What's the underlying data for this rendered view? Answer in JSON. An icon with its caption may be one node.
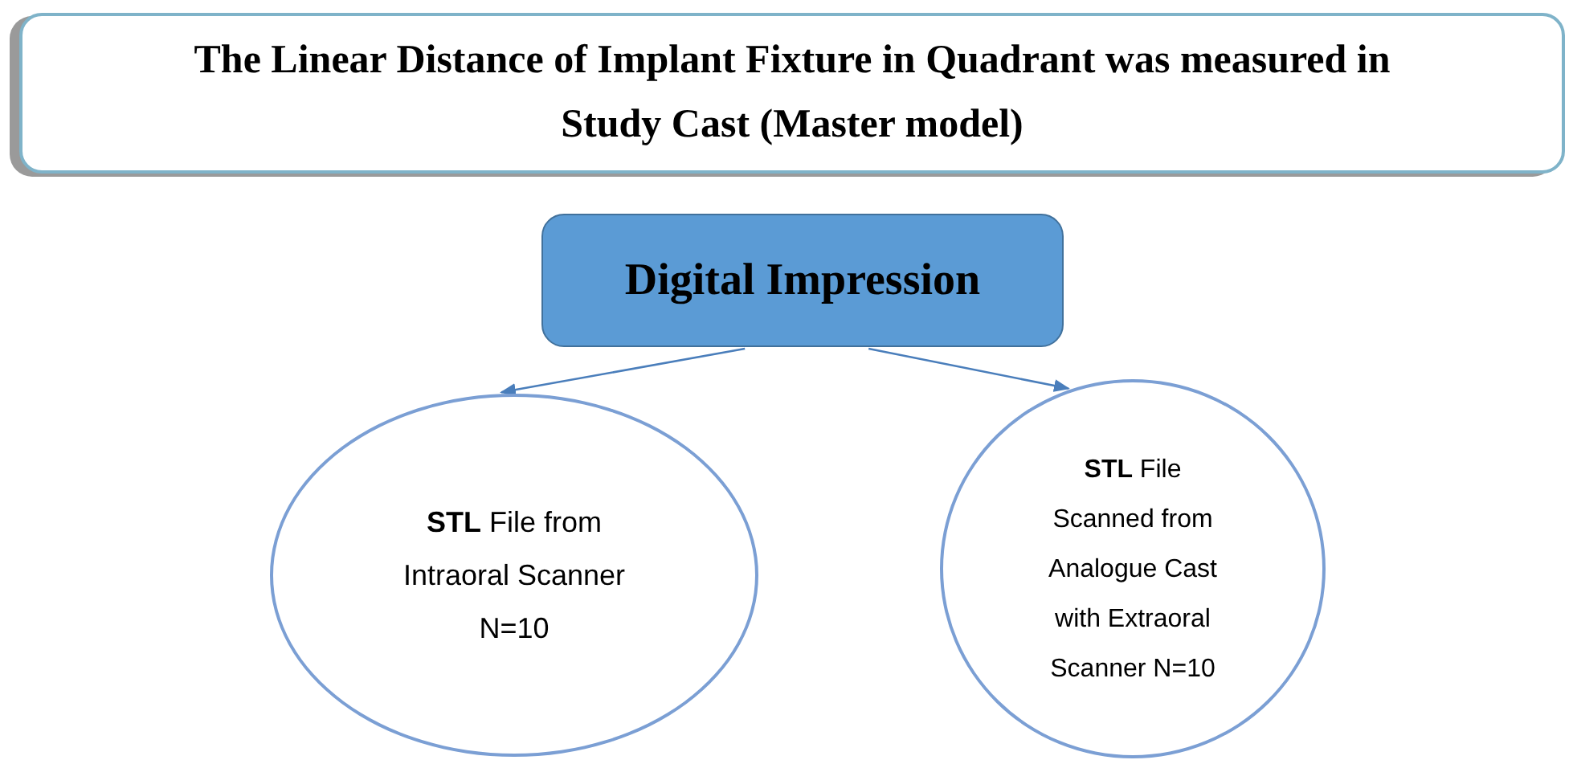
{
  "diagram": {
    "nodes": [
      {
        "text": [
          "The Linear Distance of Implant Fixture in Quadrant was measured in Study Cast (Master model)"
        ]
      },
      {
        "text": [
          "Digital Impression"
        ]
      },
      {
        "text": [
          "**STL** File from Intraoral Scanner N=10"
        ]
      },
      {
        "text": [
          "**STL** File Scanned from Analogue Cast with Extraoral Scanner N=10"
        ]
      }
    ],
    "edges": [
      {
        "from": 1,
        "to": 2,
        "arrow": "to"
      },
      {
        "from": 1,
        "to": 3,
        "arrow": "to"
      }
    ]
  }
}
